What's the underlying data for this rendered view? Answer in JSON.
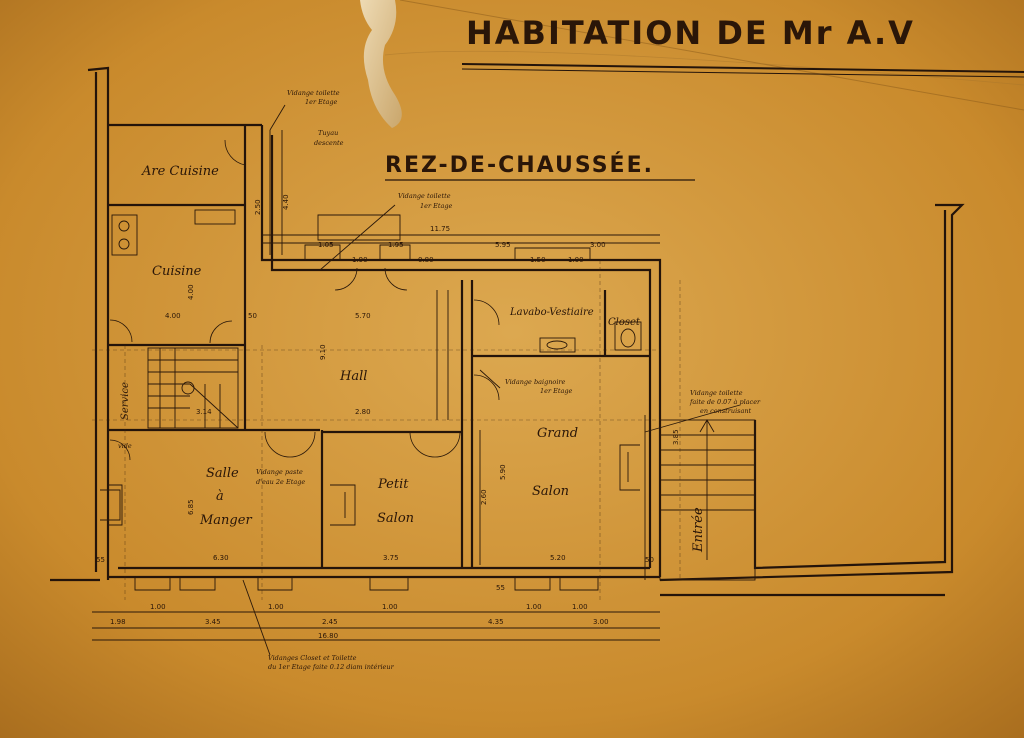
{
  "title": {
    "line1": "HABITATION   DE   Mr  A.V",
    "level": "REZ-DE-CHAUSSÉE."
  },
  "rooms": {
    "arriere_cuisine": "Are Cuisine",
    "cuisine": "Cuisine",
    "service": "Service",
    "hall": "Hall",
    "lavabo": "Lavabo-Vestiaire",
    "closet": "Closet",
    "grand_salon_1": "Grand",
    "grand_salon_2": "Salon",
    "salle_1": "Salle",
    "salle_2": "à",
    "salle_3": "Manger",
    "petit_salon_1": "Petit",
    "petit_salon_2": "Salon",
    "entree": "Entrée"
  },
  "notes": {
    "vid_toilette_1": "Vidange toilette",
    "vid_toilette_1b": "1er Etage",
    "tuyau": "Tuyau",
    "tuyau_b": "descente",
    "vid_toilette_2": "Vidange toilette",
    "vid_toilette_2b": "1er Etage",
    "vid_eau": "Vidange paste",
    "vid_eau_b": "d'eau 2e Etage",
    "vid_baignoire": "Vidange baignoire",
    "vid_baignoire_b": "1er Etage",
    "vid_toilette_3": "Vidange toilette",
    "vid_toilette_3b": "faite de 0.07 à placer",
    "vid_toilette_3c": "en construisant",
    "vidange_bottom": "Vidanges Closet et Toilette",
    "vidange_bottom_b": "du 1er Etage faite 0.12 diam intérieur",
    "vide_1": "vide"
  },
  "dimensions": {
    "d_11_75": "11.75",
    "d_5_95": "5.95",
    "d_3_00a": "3.00",
    "d_1_05": "1.05",
    "d_1_95": "1.95",
    "d_1_90": "1.90",
    "d_0_80": "0.80",
    "d_1_50": "1.50",
    "d_1_00a": "1.00",
    "d_4_40": "4.40",
    "d_2_50": "2.50",
    "d_5_70": "5.70",
    "d_4_00": "4.00",
    "d_3_14": "3.14",
    "d_2_80": "2.80",
    "d_9_10": "9.10",
    "d_6_30": "6.30",
    "d_3_75": "3.75",
    "d_5_20": "5.20",
    "d_1_98": "1.98",
    "d_3_45": "3.45",
    "d_2_45": "2.45",
    "d_4_35": "4.35",
    "d_3_00b": "3.00",
    "d_16_80": "16.80",
    "d_1_00b": "1.00",
    "d_1_00c": "1.00",
    "d_1_00d": "1.00",
    "d_1_00e": "1.00",
    "d_1_00f": "1.00",
    "d_50a": "50",
    "d_55a": "55",
    "d_50b": "50",
    "d_55b": "55",
    "d_3_85": "3.85",
    "d_5_90": "5.90",
    "d_2_60": "2.60",
    "d_4_00b": "4.00",
    "d_6_85": "6.85"
  },
  "colors": {
    "paper": "#c98a2c",
    "paper_light": "#d9a548",
    "ink": "#24140a"
  }
}
